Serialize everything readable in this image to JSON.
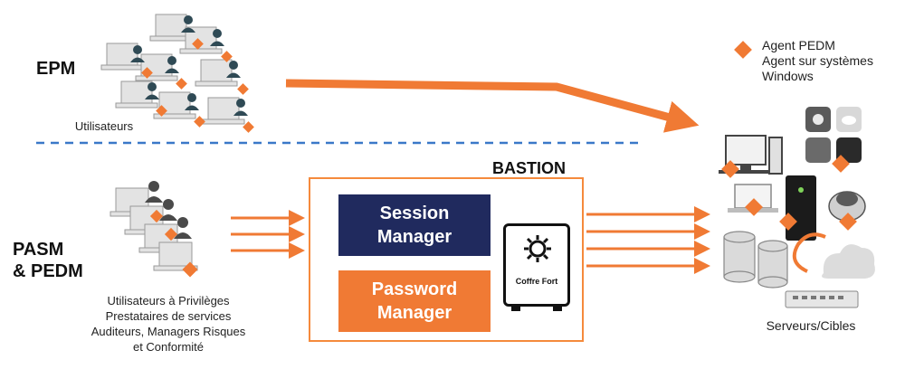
{
  "epm": {
    "heading": "EPM",
    "users_caption": "Utilisateurs"
  },
  "pasm": {
    "heading_line1": "PASM",
    "heading_line2": "& PEDM",
    "caption_lines": [
      "Utilisateurs à Privilèges",
      "Prestataires de services",
      "Auditeurs, Managers Risques",
      "et Conformité"
    ]
  },
  "bastion": {
    "title": "BASTION",
    "session_manager_line1": "Session",
    "session_manager_line2": "Manager",
    "password_manager_line1": "Password",
    "password_manager_line2": "Manager",
    "safe_label": "Coffre Fort"
  },
  "legend": {
    "line1": "Agent PEDM",
    "line2": "Agent sur systèmes",
    "line3": "Windows"
  },
  "targets": {
    "caption": "Serveurs/Cibles"
  },
  "colors": {
    "accent_orange": "#f07a34",
    "navy": "#202a5e",
    "divider_blue": "#3a78c8"
  }
}
